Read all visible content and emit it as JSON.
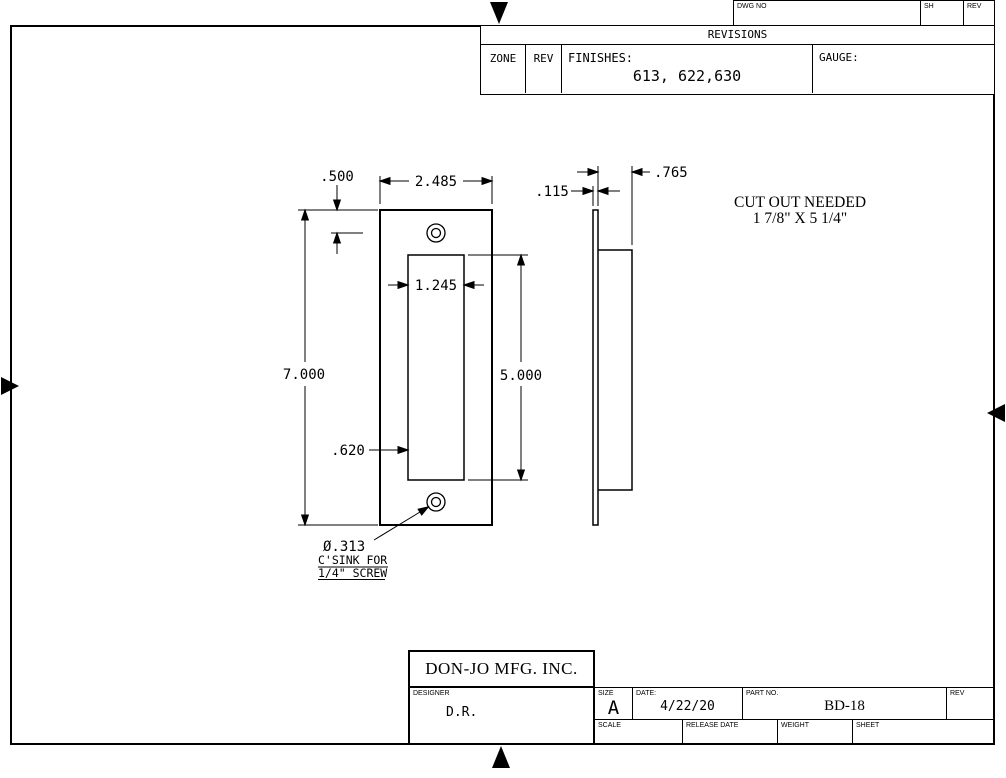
{
  "top_strip": {
    "dwg_no_label": "DWG NO",
    "sh_label": "SH",
    "rev_label": "REV"
  },
  "revisions": {
    "title": "REVISIONS",
    "zone_label": "ZONE",
    "rev_label": "REV",
    "finishes_label": "FINISHES:",
    "finishes_value": "613, 622,630",
    "gauge_label": "GAUGE:"
  },
  "dims": {
    "top_width": "2.485",
    "hole_offset": ".500",
    "height": "7.000",
    "cutout_width": "1.245",
    "cutout_height": "5.000",
    "side_offset": ".620",
    "thickness": ".115",
    "depth": ".765"
  },
  "notes": {
    "hole_dia": "Ø.313",
    "hole_line2": "C'SINK FOR",
    "hole_line3": "1/4\" SCREW",
    "cutout_line1": "CUT OUT NEEDED",
    "cutout_line2": "1 7/8\" X 5 1/4\""
  },
  "title_block": {
    "company": "DON-JO MFG. INC.",
    "designer_label": "DESIGNER",
    "designer": "D.R.",
    "size_label": "SIZE",
    "size": "A",
    "date_label": "DATE:",
    "date": "4/22/20",
    "part_no_label": "PART NO.",
    "part_no": "BD-18",
    "rev_label": "REV",
    "scale_label": "SCALE",
    "release_date_label": "RELEASE DATE",
    "weight_label": "WEIGHT",
    "sheet_label": "SHEET"
  }
}
